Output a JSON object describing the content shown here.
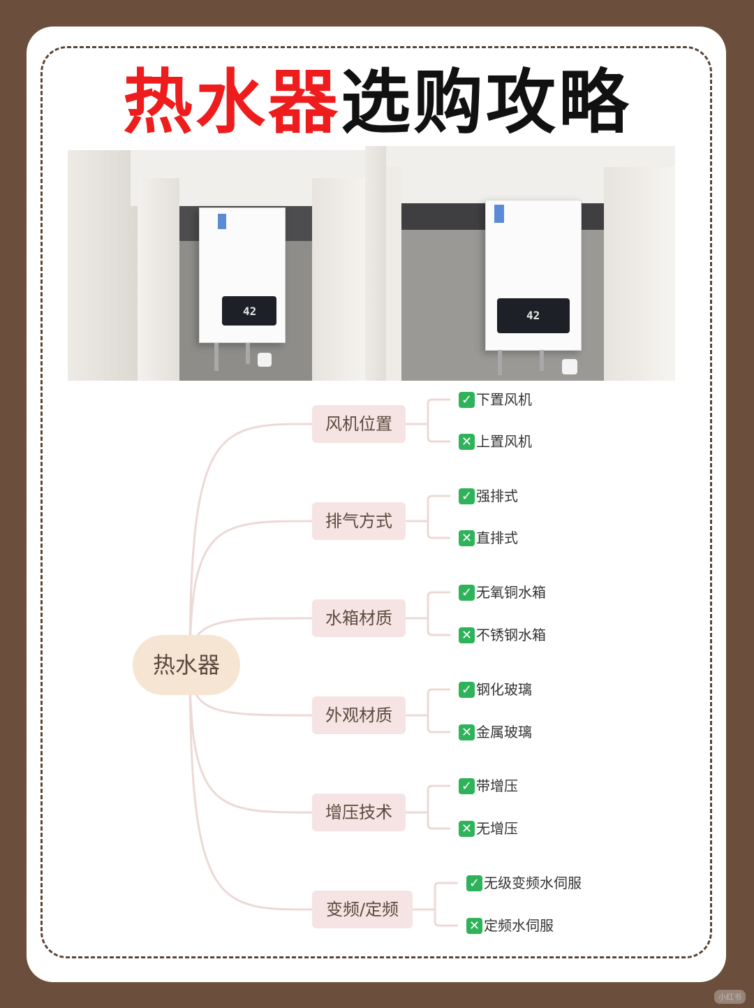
{
  "title": {
    "part1": "热水器",
    "part2": "选购攻略"
  },
  "photos": {
    "left_display": "42",
    "right_display": "42"
  },
  "mindmap": {
    "root": "热水器",
    "branches": [
      {
        "label": "风机位置",
        "good": "下置风机",
        "bad": "上置风机"
      },
      {
        "label": "排气方式",
        "good": "强排式",
        "bad": "直排式"
      },
      {
        "label": "水箱材质",
        "good": "无氧铜水箱",
        "bad": "不锈钢水箱"
      },
      {
        "label": "外观材质",
        "good": "钢化玻璃",
        "bad": "金属玻璃"
      },
      {
        "label": "增压技术",
        "good": "带增压",
        "bad": "无增压"
      },
      {
        "label": "变频/定频",
        "good": "无级变频水伺服",
        "bad": "定频水伺服"
      }
    ],
    "good_mark": "✓",
    "bad_mark": "✕"
  },
  "watermark": "小红书",
  "colors": {
    "background": "#6b4f3c",
    "title_red": "#ee1c1c",
    "root_fill": "#f6e5d3",
    "branch_fill": "#f6e4e4",
    "connector": "#ecd9d6",
    "check_green": "#2fb35a"
  }
}
